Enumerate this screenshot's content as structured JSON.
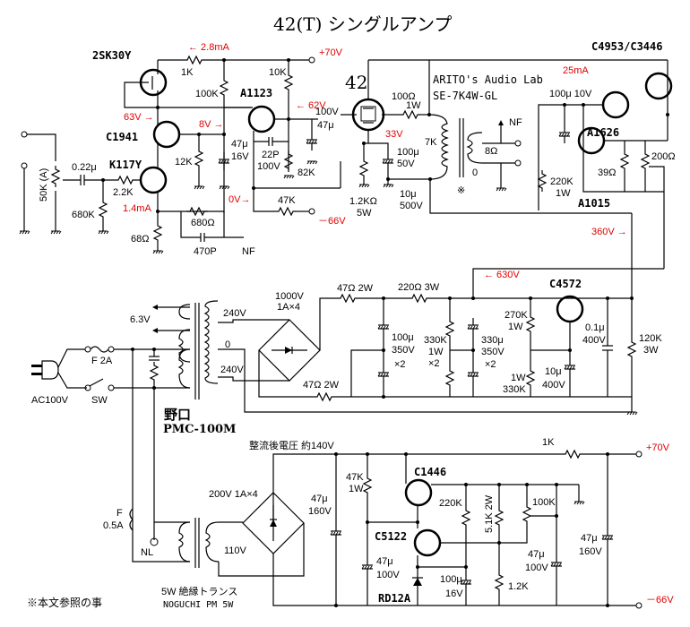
{
  "title": "42(T) シングルアンプ",
  "credits": {
    "lab": "ARITO's Audio Lab",
    "model": "SE-7K4W-GL"
  },
  "tube": {
    "label": "42"
  },
  "transistors": {
    "q_2sk30y": "2SK30Y",
    "q_c1941": "C1941",
    "q_k117y": "K117Y",
    "q_a1123": "A1123",
    "q_c4953": "C4953/C3446",
    "q_a1626": "A1626",
    "q_a1015": "A1015",
    "q_c4572": "C4572",
    "q_c1446": "C1446",
    "q_c5122": "C5122",
    "zener": "RD12A"
  },
  "voltages": {
    "i_28ma": "← 2.8mA",
    "plus70_top": "+70V",
    "v63": "63V →",
    "v8": "8V →",
    "v62": "← 62V",
    "v0": "0V→",
    "minus66_top": "－66V",
    "i_14ma": "1.4mA",
    "v33": "33V",
    "i_25ma": "25mA",
    "v360": "360V →",
    "v630": "← 630V",
    "plus70_bot": "+70V",
    "minus66_bot": "－66V"
  },
  "components": {
    "r1k_top": "1K",
    "r100k": "100K",
    "r10k": "10K",
    "c100v": "100V",
    "c47u_a": "47μ",
    "c47u_16v_a": "47μ",
    "c47u_16v_b": "16V",
    "r12k": "12K",
    "c22p_a": "22P",
    "c22p_b": "100V",
    "r82k": "82K",
    "r47k": "47K",
    "pot50k": "50K (A)",
    "c022": "0.22μ",
    "r22k": "2.2K",
    "r680k": "680K",
    "r680": "680Ω",
    "c470p": "470P",
    "r68": "68Ω",
    "nf1": "NF",
    "r100ohm_a": "100Ω",
    "r100ohm_b": "1W",
    "c100u50_a": "100μ",
    "c100u50_b": "50V",
    "r12k5w_a": "1.2KΩ",
    "r12k5w_b": "5W",
    "c10u500_a": "10μ",
    "c10u500_b": "500V",
    "ot_7k": "7K",
    "ot_8": "8Ω",
    "ot_0": "0",
    "nf2": "NF",
    "ot_note": "※",
    "c100u10": "100μ 10V",
    "r220k_a": "220K",
    "r220k_b": "1W",
    "r39": "39Ω",
    "pot200": "200Ω",
    "h63": "6.3V",
    "s240a": "240V",
    "s0": "0",
    "s240b": "240V",
    "bridge1_a": "1000V",
    "bridge1_b": "1A×4",
    "r47_2w_a": "47Ω 2W",
    "r47_2w_b": "47Ω 2W",
    "r220_3w": "220Ω 3W",
    "c100u350_a": "100μ",
    "c100u350_b": "350V",
    "c100u350_c": "×2",
    "r330k_a": "330K",
    "r330k_b": "1W",
    "r330k_c": "×2",
    "c330u_a": "330μ",
    "c330u_b": "350V",
    "c330u_c": "×2",
    "r270k_a": "270K",
    "r270k_b": "1W",
    "r330k1w_a": "1W",
    "r330k1w_b": "330K",
    "c10u400_a": "10μ",
    "c10u400_b": "400V",
    "c01_a": "0.1μ",
    "c01_b": "400V",
    "r120k_a": "120K",
    "r120k_b": "3W",
    "fuse2a": "F 2A",
    "sw": "SW",
    "ac": "AC100V",
    "pt_name": "野口",
    "pt_model": "PMC-100M",
    "rect_note": "整流後電圧 約140V",
    "r1k_bot": "1K",
    "bridge2": "200V 1A×4",
    "c47u160_a": "47μ",
    "c47u160_b": "160V",
    "r47k1w_a": "47K",
    "r47k1w_b": "1W",
    "fuse05_a": "F",
    "fuse05_b": "0.5A",
    "nl": "NL",
    "s110": "110V",
    "c47u100_a": "47μ",
    "c47u100_b": "100V",
    "r220k_bot": "220K",
    "r51k": "5.1K 2W",
    "pot100k": "100K",
    "c47u100b_a": "47μ",
    "c47u100b_b": "100V",
    "c47u160b_a": "47μ",
    "c47u160b_b": "160V",
    "c100u16_a": "100μ",
    "c100u16_b": "16V",
    "r12k_bot": "1.2K",
    "it_a": "5W 絶縁トランス",
    "it_b": "NOGUCHI PM 5W",
    "footnote": "※本文参照の事"
  }
}
